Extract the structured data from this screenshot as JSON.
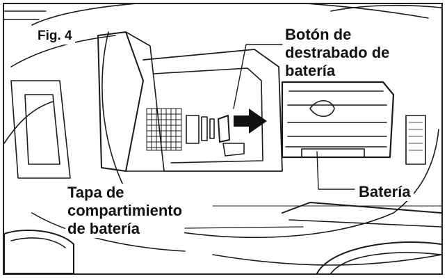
{
  "figure": {
    "label": "Fig. 4"
  },
  "callouts": {
    "release_button": [
      "Botón de",
      "destrabado de",
      "batería"
    ],
    "battery": "Batería",
    "compartment_cover": [
      "Tapa de",
      "compartimiento",
      "de batería"
    ]
  },
  "colors": {
    "line": "#1a1a1a",
    "arrow": "#111111",
    "background": "#ffffff"
  }
}
